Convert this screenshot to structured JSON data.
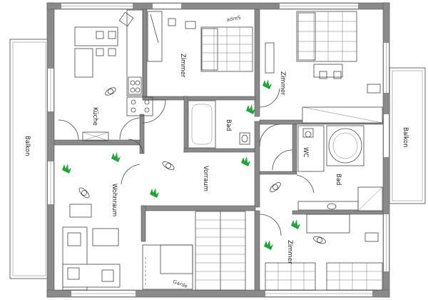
{
  "rooms": {
    "kueche": "Küche",
    "zimmer_top_left": "Zimmer",
    "zimmer_top_right": "Zimmer",
    "zimmer_bottom_right": "Zimmer",
    "bad_small": "Bad",
    "bad_right": "Bad",
    "wc": "WC",
    "vorraum": "Vorraum",
    "wohnraum": "Wohnraum",
    "balkon_left": "Balkon",
    "balkon_right": "Balkon"
  },
  "annotations": {
    "top_edge_text": "adreS",
    "bottom_edge_text": "Garde"
  },
  "colors": {
    "wall": "#8a8a8a",
    "plant": "#1fa33a"
  }
}
